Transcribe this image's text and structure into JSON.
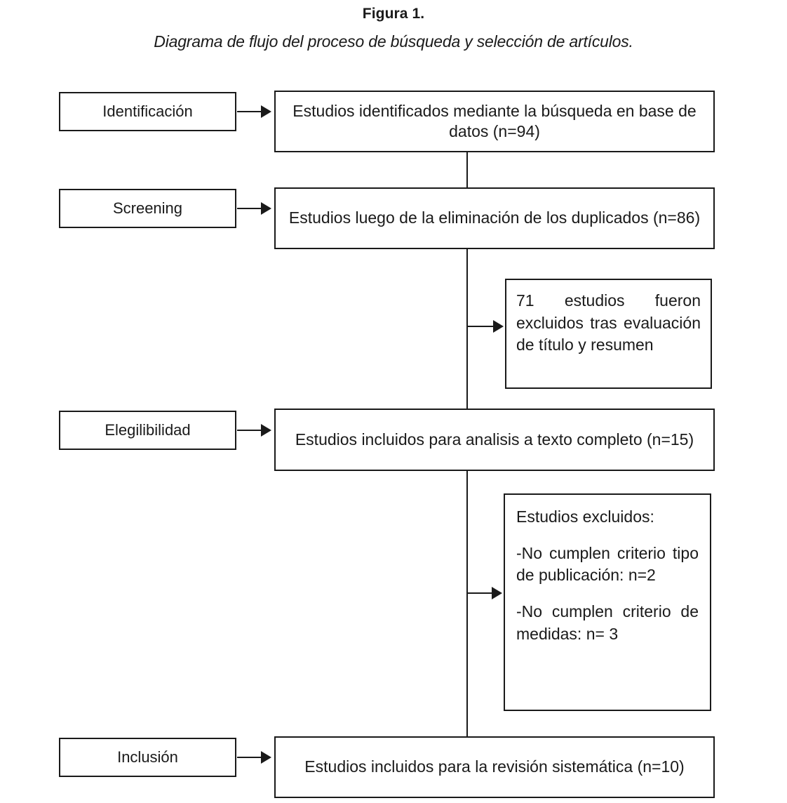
{
  "figure": {
    "title": "Figura 1.",
    "subtitle": "Diagrama de flujo del proceso de búsqueda y selección de artículos."
  },
  "stages": [
    {
      "label": "Identificación"
    },
    {
      "label": "Screening"
    },
    {
      "label": "Elegilibilidad"
    },
    {
      "label": "Inclusión"
    }
  ],
  "main_boxes": [
    {
      "text": "Estudios identificados mediante la búsqueda en base de datos (n=94)",
      "n": 94
    },
    {
      "text": "Estudios luego de la eliminación de los duplicados (n=86)",
      "n": 86
    },
    {
      "text": "Estudios incluidos para analisis a texto completo (n=15)",
      "n": 15
    },
    {
      "text": "Estudios incluidos para la revisión sistemática (n=10)",
      "n": 10
    }
  ],
  "exclusion_boxes": [
    {
      "lines": [
        "71 estudios fueron excluidos tras evaluación de título y resumen"
      ],
      "n": 71
    },
    {
      "lines": [
        "Estudios excluidos:",
        "-No cumplen criterio tipo de publicación: n=2",
        "-No cumplen criterio de medidas: n= 3"
      ],
      "n_publicacion": 2,
      "n_medidas": 3
    }
  ],
  "colors": {
    "stroke": "#1a1a1a",
    "background": "#ffffff"
  }
}
